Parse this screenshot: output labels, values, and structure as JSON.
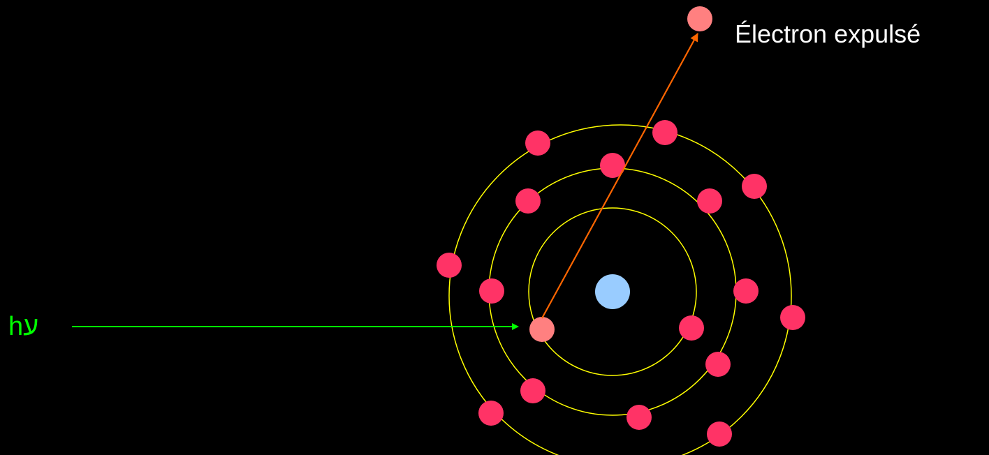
{
  "labels": {
    "photon": "hע",
    "ejected_electron": "Électron expulsé"
  },
  "colors": {
    "background": "#000000",
    "orbit": "#ffff00",
    "electron": "#ff3366",
    "excited_electron": "#ff8080",
    "nucleus": "#99ccff",
    "photon_arrow": "#00ff00",
    "ejection_arrow": "#ff6600",
    "label_text": "#ffffff",
    "photon_text": "#00ff00"
  },
  "icons": {
    "photon_arrowhead": "arrowhead",
    "ejection_arrowhead": "arrowhead"
  }
}
